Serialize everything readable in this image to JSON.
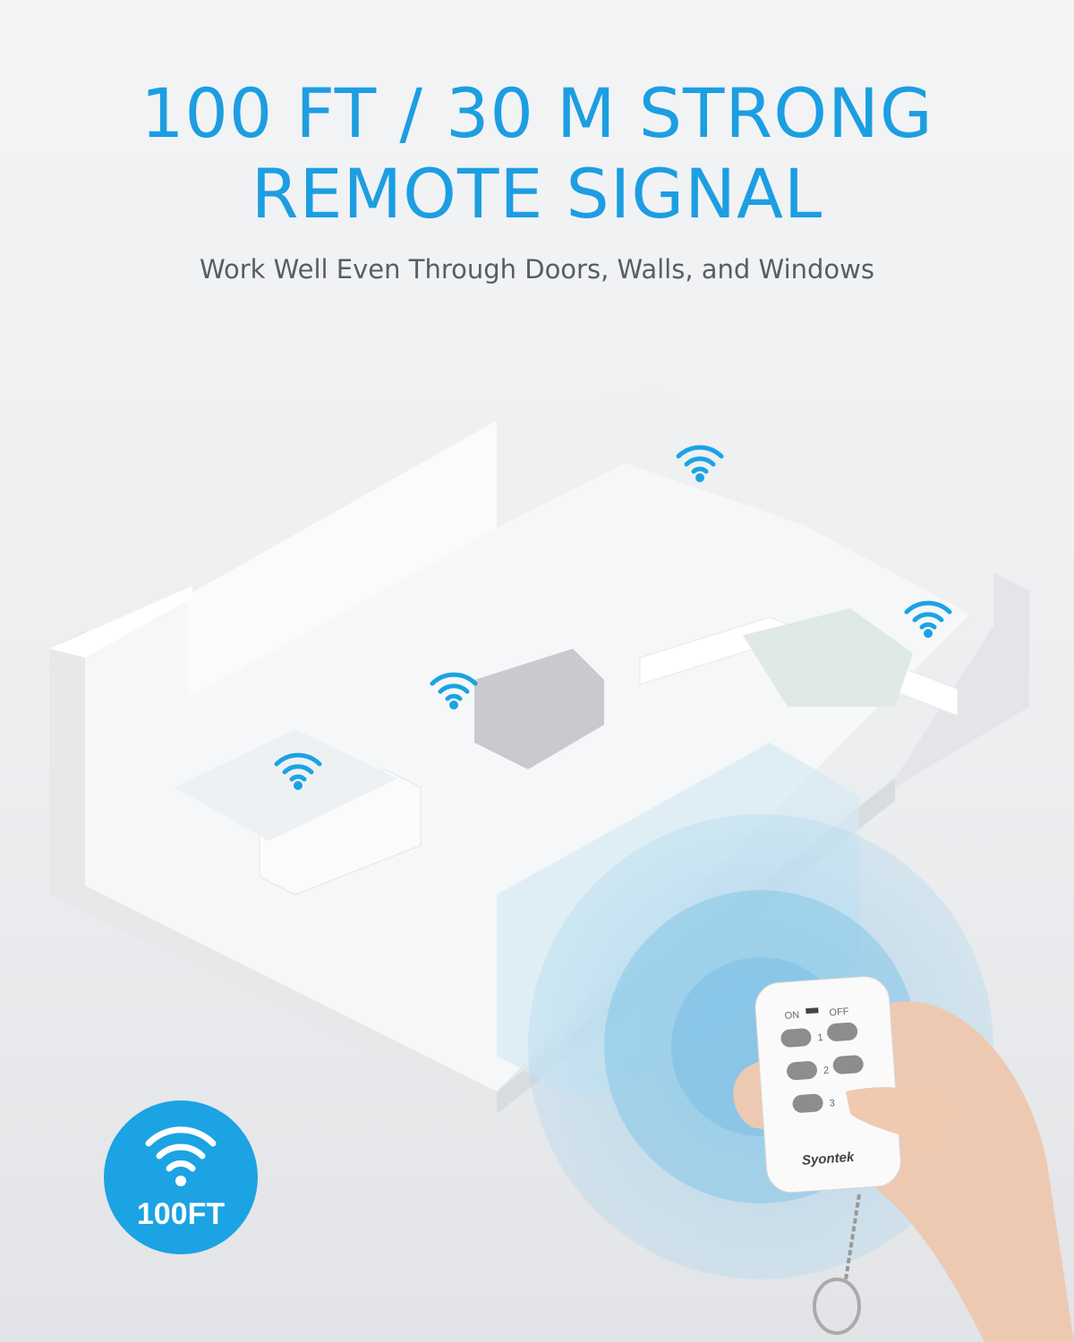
{
  "headline": {
    "line1": "100 FT / 30 M STRONG",
    "line2": "REMOTE SIGNAL"
  },
  "subtitle": "Work Well Even Through Doors, Walls, and Windows",
  "badge": {
    "icon": "wifi-icon",
    "label": "100FT"
  },
  "remote": {
    "brand": "Syontek",
    "on_label": "ON",
    "off_label": "OFF",
    "channels": [
      "1",
      "2",
      "3"
    ]
  },
  "colors": {
    "accent": "#1c9ee2",
    "badge": "#1ba3e3",
    "signal_wave": "#9fd0ea"
  }
}
